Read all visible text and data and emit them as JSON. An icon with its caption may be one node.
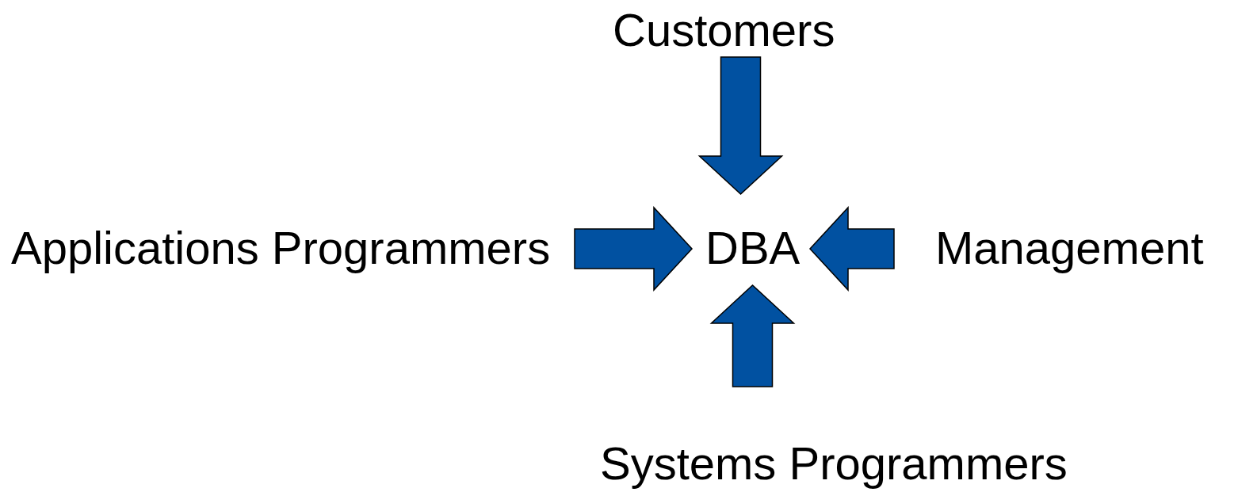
{
  "diagram": {
    "nodes": [
      {
        "text": [
          "Customers"
        ]
      },
      {
        "text": [
          "Applications Programmers"
        ]
      },
      {
        "text": [
          "DBA"
        ]
      },
      {
        "text": [
          "Management"
        ]
      },
      {
        "text": [
          "Systems Programmers"
        ]
      }
    ],
    "edges": [
      {
        "from": 0,
        "to": 2,
        "arrow": "to"
      },
      {
        "from": 1,
        "to": 2,
        "arrow": "to"
      },
      {
        "from": 3,
        "to": 2,
        "arrow": "to"
      },
      {
        "from": 4,
        "to": 2,
        "arrow": "to"
      }
    ]
  }
}
